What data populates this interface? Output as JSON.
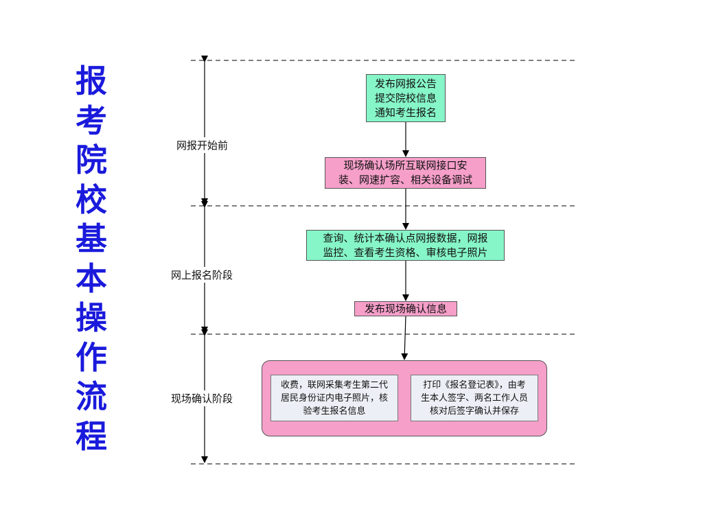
{
  "title": [
    "报",
    "考",
    "院",
    "校",
    "基",
    "本",
    "操",
    "作",
    "流",
    "程"
  ],
  "stages": [
    {
      "label": "网报开始前"
    },
    {
      "label": "网上报名阶段"
    },
    {
      "label": "现场确认阶段"
    }
  ],
  "steps": [
    {
      "lines": [
        "发布网报公告",
        "提交院校信息",
        "通知考生报名"
      ],
      "color": "#86f5c8"
    },
    {
      "lines": [
        "现场确认场所互联网接口安",
        "装、网速扩容、相关设备调试"
      ],
      "color": "#f59fc9"
    },
    {
      "lines": [
        "查询、统计本确认点网报数据，网报",
        "监控、查看考生资格、审核电子照片"
      ],
      "color": "#86f5c8"
    },
    {
      "lines": [
        "发布现场确认信息"
      ],
      "color": "#f59fc9"
    }
  ],
  "confirm_group": {
    "color": "#f59fc9",
    "tasks": [
      {
        "lines": [
          "收费，联网采集考生第二代",
          "居民身份证内电子照片，核",
          "验考生报名信息"
        ]
      },
      {
        "lines": [
          "打印《报名登记表》，由考",
          "生本人签字、两名工作人员",
          "核对后签字确认并保存"
        ]
      }
    ]
  }
}
